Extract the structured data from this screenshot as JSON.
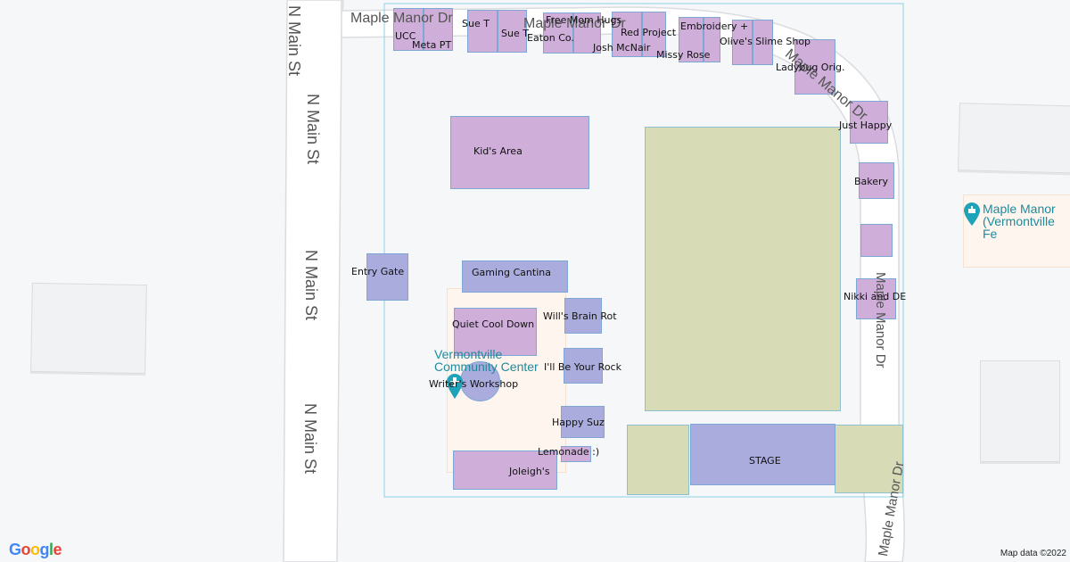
{
  "map": {
    "roads": {
      "main_street": "N Main St",
      "maple_manor": "Maple Manor Dr"
    },
    "poi": [
      {
        "name_line1": "Maple Manor",
        "name_line2": "(Vermontville Fe",
        "icon": "park-pin-icon"
      },
      {
        "name_line1": "Vermontville",
        "name_line2": "Community Center",
        "icon": "building-pin-icon"
      }
    ],
    "booths": [
      {
        "label": "UCC"
      },
      {
        "label": "Meta PT"
      },
      {
        "label": "Sue T"
      },
      {
        "label": "Sue T"
      },
      {
        "label": "Free Mom Hugs"
      },
      {
        "label": "Eaton Co."
      },
      {
        "label": "Red Project"
      },
      {
        "label": "Josh McNair"
      },
      {
        "label": "Missy Rose"
      },
      {
        "label": "Embroidery +"
      },
      {
        "label": "Olive's Slime Shop"
      },
      {
        "label": "Ladybug Orig."
      },
      {
        "label": "Just Happy"
      },
      {
        "label": "Bakery"
      },
      {
        "label": "Nikki and DE"
      },
      {
        "label": "Kid's Area"
      },
      {
        "label": "Entry Gate"
      },
      {
        "label": "Gaming Cantina"
      },
      {
        "label": "Quiet Cool Down"
      },
      {
        "label": "Will's Brain Rot"
      },
      {
        "label": "I'll Be Your Rock"
      },
      {
        "label": "Writer's Workshop"
      },
      {
        "label": "Happy Suz"
      },
      {
        "label": "Lemonade :)"
      },
      {
        "label": "Joleigh's"
      },
      {
        "label": "STAGE"
      }
    ],
    "colors": {
      "booth_purple": "#ccaad8",
      "booth_blue": "#a8aadc",
      "area_green": "#d7dcb6",
      "poi_teal": "#1e8b9e"
    },
    "attribution": "Map data ©2022",
    "logo": {
      "letters": [
        "G",
        "o",
        "o",
        "g",
        "l",
        "e"
      ],
      "colors": [
        "#4285f4",
        "#ea4335",
        "#fbbc05",
        "#4285f4",
        "#34a853",
        "#ea4335"
      ]
    }
  }
}
